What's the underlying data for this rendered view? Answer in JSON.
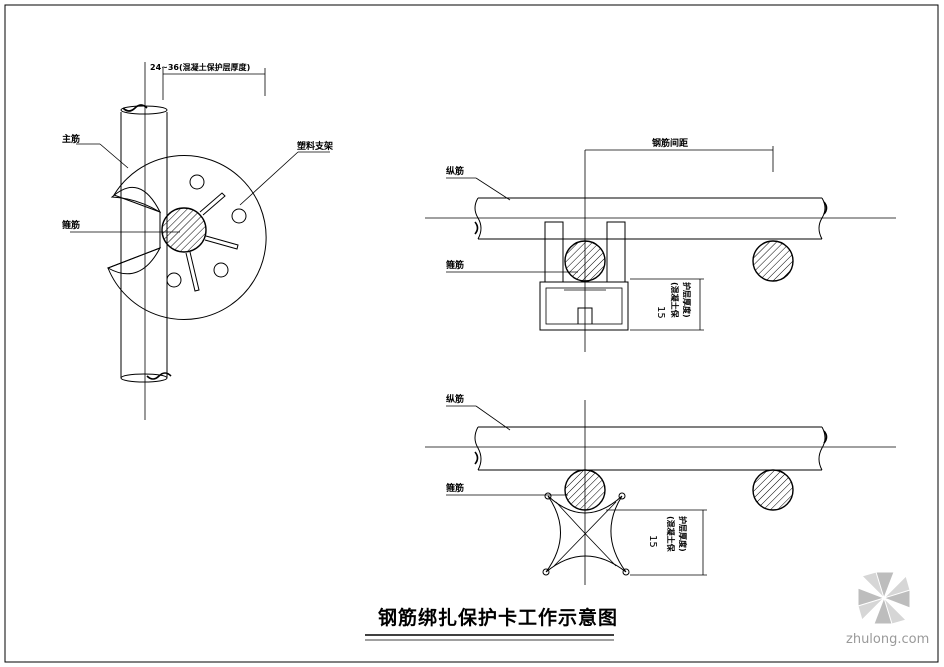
{
  "drawing": {
    "title": "钢筋绑扎保护卡工作示意图",
    "watermark": "zhulong.com"
  },
  "left_view": {
    "cover_dim": "24~36(混凝土保护层厚度)",
    "main_bar": "主筋",
    "stirrup": "箍筋",
    "plastic_support": "塑料支架"
  },
  "right_top_view": {
    "bar_spacing": "钢筋间距",
    "longitudinal_bar": "纵筋",
    "stirrup": "箍筋",
    "dim_value": "15",
    "dim_note_1": "(混凝土保",
    "dim_note_2": "护层厚度)"
  },
  "right_bottom_view": {
    "longitudinal_bar": "纵筋",
    "stirrup": "箍筋",
    "dim_value": "15",
    "dim_note_1": "(混凝土保",
    "dim_note_2": "护层厚度)"
  }
}
